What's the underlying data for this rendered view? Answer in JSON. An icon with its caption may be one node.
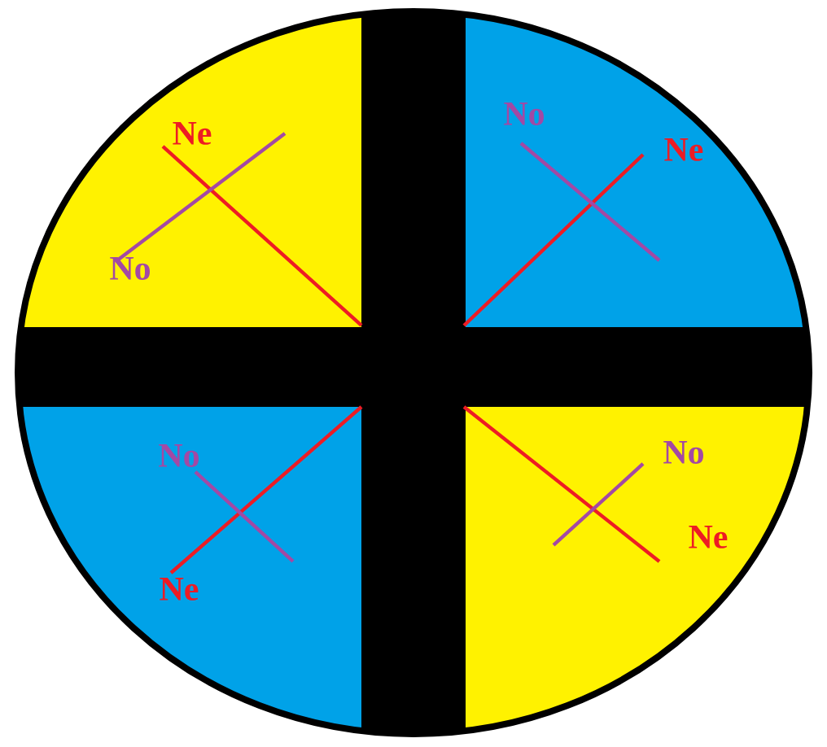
{
  "diagram": {
    "labels": [
      "Ne",
      "No",
      "No",
      "Ne",
      "No",
      "Ne",
      "No",
      "Ne"
    ]
  }
}
